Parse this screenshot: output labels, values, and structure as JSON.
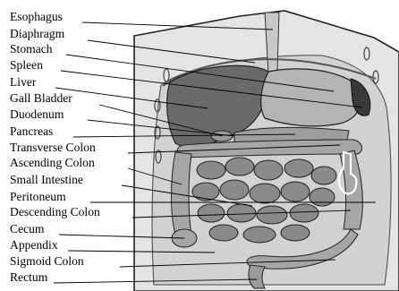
{
  "labels": [
    "Esophagus",
    "Diaphragm",
    "Stomach",
    "Spleen",
    "Liver",
    "Gall Bladder",
    "Duodenum",
    "Pancreas",
    "Transverse Colon",
    "Ascending Colon",
    "Small Intestine",
    "Peritoneum",
    "Descending Colon",
    "Cecum",
    "Appendix",
    "Sigmoid Colon",
    "Rectum"
  ],
  "colors": {
    "ink": "#000000",
    "background": "#ffffff",
    "body_shading": "#e4e4e4",
    "body_outline": "#222222",
    "liver": "#6a6a6a",
    "stomach": "#b4b4b4",
    "spleen": "#3a3a3a",
    "intestine": "#8a8a8a",
    "colon": "#a6a6a6",
    "appendix_outline": "#ffffff"
  }
}
